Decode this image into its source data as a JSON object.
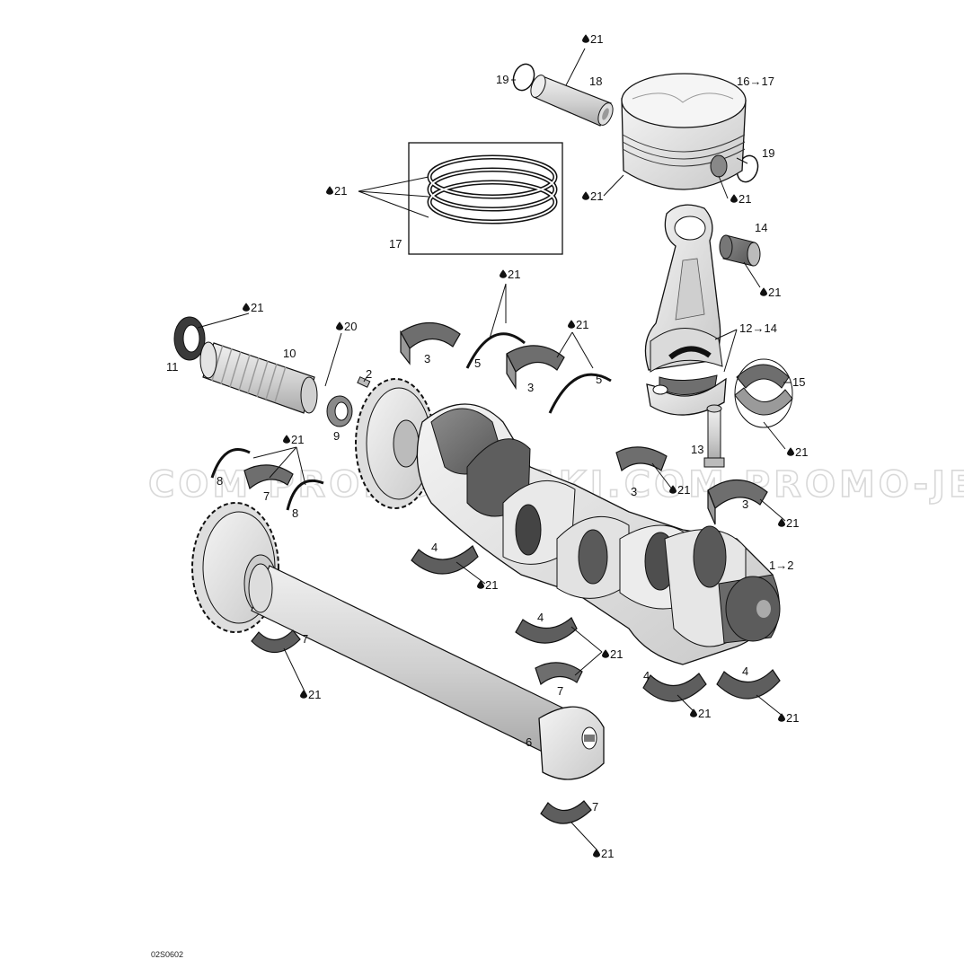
{
  "diagram": {
    "reference": "02S0602",
    "watermark": "COM   PROMO-JETSKI.COM   PROMO-JETSKI",
    "colors": {
      "part_fill": "#e2e2e2",
      "part_dark": "#7a7a7a",
      "part_shade": "#b8b8b8",
      "line": "#111111",
      "watermark": "#d8d8d8"
    },
    "callouts": [
      {
        "id": "c21-pin",
        "label": "21",
        "oil": true
      },
      {
        "id": "c19-left",
        "label": "19",
        "oil": false
      },
      {
        "id": "c18",
        "label": "18",
        "oil": false
      },
      {
        "id": "c16-17",
        "label": "16→17",
        "oil": false
      },
      {
        "id": "c19-right",
        "label": "19",
        "oil": false
      },
      {
        "id": "c21-piston-a",
        "label": "21",
        "oil": true
      },
      {
        "id": "c21-piston-b",
        "label": "21",
        "oil": true
      },
      {
        "id": "c21-rings",
        "label": "21",
        "oil": true
      },
      {
        "id": "c17",
        "label": "17",
        "oil": false
      },
      {
        "id": "c14",
        "label": "14",
        "oil": false
      },
      {
        "id": "c21-bushing",
        "label": "21",
        "oil": true
      },
      {
        "id": "c21-bearings",
        "label": "21",
        "oil": true
      },
      {
        "id": "c21-seal",
        "label": "21",
        "oil": true
      },
      {
        "id": "c20",
        "label": "20",
        "oil": true
      },
      {
        "id": "c10",
        "label": "10",
        "oil": false
      },
      {
        "id": "c11",
        "label": "11",
        "oil": false
      },
      {
        "id": "c2",
        "label": "2",
        "oil": false
      },
      {
        "id": "c9",
        "label": "9",
        "oil": false
      },
      {
        "id": "c3-a",
        "label": "3",
        "oil": false
      },
      {
        "id": "c5-a",
        "label": "5",
        "oil": false
      },
      {
        "id": "c3-b",
        "label": "3",
        "oil": false
      },
      {
        "id": "c21-thrust",
        "label": "21",
        "oil": true
      },
      {
        "id": "c5-b",
        "label": "5",
        "oil": false
      },
      {
        "id": "c12-14",
        "label": "12→14",
        "oil": false
      },
      {
        "id": "c15",
        "label": "15",
        "oil": false
      },
      {
        "id": "c13",
        "label": "13",
        "oil": false
      },
      {
        "id": "c21-rodcap",
        "label": "21",
        "oil": true
      },
      {
        "id": "c21-balancer",
        "label": "21",
        "oil": true
      },
      {
        "id": "c8-a",
        "label": "8",
        "oil": false
      },
      {
        "id": "c7-a",
        "label": "7",
        "oil": false
      },
      {
        "id": "c8-b",
        "label": "8",
        "oil": false
      },
      {
        "id": "c3-c",
        "label": "3",
        "oil": false
      },
      {
        "id": "c21-main-a",
        "label": "21",
        "oil": true
      },
      {
        "id": "c3-d",
        "label": "3",
        "oil": false
      },
      {
        "id": "c21-main-b",
        "label": "21",
        "oil": true
      },
      {
        "id": "c4-a",
        "label": "4",
        "oil": false
      },
      {
        "id": "c21-main-c",
        "label": "21",
        "oil": true
      },
      {
        "id": "c1-2",
        "label": "1→2",
        "oil": false
      },
      {
        "id": "c7-b",
        "label": "7",
        "oil": false
      },
      {
        "id": "c21-bal-a",
        "label": "21",
        "oil": true
      },
      {
        "id": "c4-b",
        "label": "4",
        "oil": false
      },
      {
        "id": "c21-main-d",
        "label": "21",
        "oil": true
      },
      {
        "id": "c7-c",
        "label": "7",
        "oil": false
      },
      {
        "id": "c4-c",
        "label": "4",
        "oil": false
      },
      {
        "id": "c21-main-e",
        "label": "21",
        "oil": true
      },
      {
        "id": "c4-d",
        "label": "4",
        "oil": false
      },
      {
        "id": "c21-main-f",
        "label": "21",
        "oil": true
      },
      {
        "id": "c6",
        "label": "6",
        "oil": false
      },
      {
        "id": "c7-d",
        "label": "7",
        "oil": false
      },
      {
        "id": "c21-bal-b",
        "label": "21",
        "oil": true
      }
    ]
  }
}
